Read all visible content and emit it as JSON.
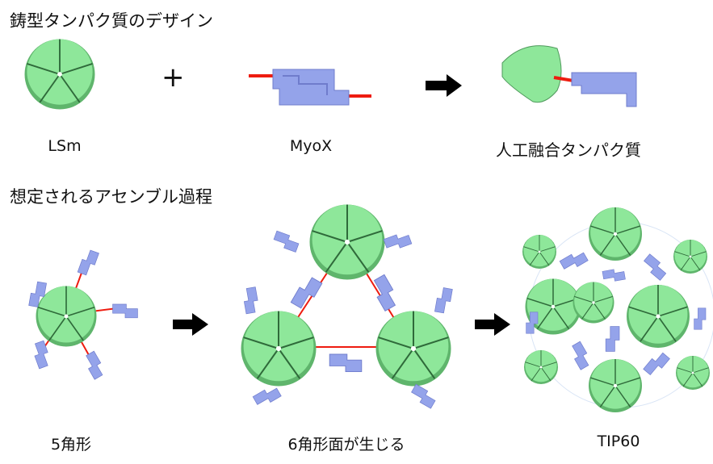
{
  "section1": {
    "title": "鋳型タンパク質のデザイン",
    "items": [
      {
        "label": "LSm"
      },
      {
        "label": "MyoX"
      },
      {
        "label": "人工融合タンパク質"
      }
    ],
    "operator": "+"
  },
  "section2": {
    "title": "想定されるアセンブル過程",
    "items": [
      {
        "label": "5角形"
      },
      {
        "label": "6角形面が生じる"
      },
      {
        "label": "TIP60"
      }
    ]
  },
  "colors": {
    "lsm": "#8ee79a",
    "lsm_edge": "#3f8a4c",
    "myox": "#94a3ea",
    "linker": "#ee1c10",
    "arrow": "#000000"
  }
}
